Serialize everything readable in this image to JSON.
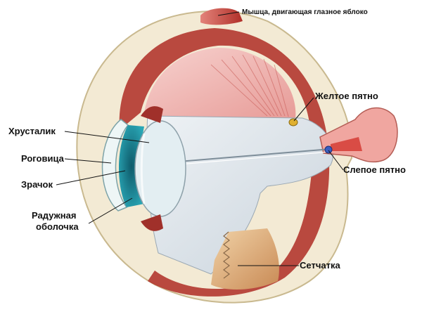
{
  "diagram": {
    "labels": {
      "muscle": "Мышца, двигающая глазное яблоко",
      "macula": "Желтое пятно",
      "lens": "Хрусталик",
      "cornea": "Роговица",
      "pupil": "Зрачок",
      "iris_line1": "Радужная",
      "iris_line2": "оболочка",
      "blind_spot": "Слепое пятно",
      "retina": "Сетчатка"
    },
    "colors": {
      "sclera": "#f3ead4",
      "sclera_edge": "#c9b98f",
      "choroid": "#b3372f",
      "retina_pink": "#f2b3b0",
      "vitreous": "#dfe6ec",
      "lens": "#e3eef2",
      "iris": "#1f8fa0",
      "cornea": "#eef6f6",
      "muscle": "#c8443a",
      "optic_nerve": "#f0a6a0",
      "retina_tan": "#dcae7c"
    }
  }
}
